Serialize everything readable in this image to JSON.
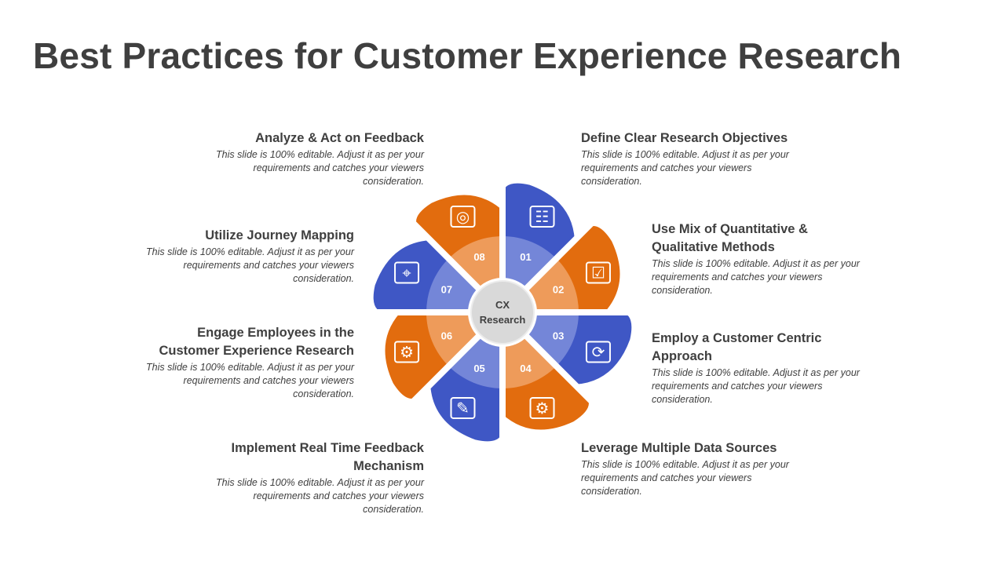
{
  "title": "Best Practices for Customer Experience Research",
  "colors": {
    "orange": "#E26C0E",
    "blue": "#3F57C5",
    "orange_band": "#EE9B5A",
    "blue_band": "#7486D8",
    "center_fill": "#D9D9D9",
    "text": "#3F3F3F"
  },
  "center": {
    "line1": "CX",
    "line2": "Research"
  },
  "items": [
    {
      "number": "01",
      "color": "blue",
      "icon": "target-checklist-icon",
      "heading_lines": [
        "Define Clear Research Objectives"
      ],
      "description_lines": [
        "This slide is 100% editable. Adjust it as per your",
        "requirements and catches your viewers",
        "consideration."
      ]
    },
    {
      "number": "02",
      "color": "orange",
      "icon": "survey-settings-icon",
      "heading_lines": [
        "Use Mix of Quantitative &",
        "Qualitative Methods"
      ],
      "description_lines": [
        "This slide is 100% editable. Adjust it as per your",
        "requirements and catches your viewers",
        "consideration."
      ]
    },
    {
      "number": "03",
      "color": "blue",
      "icon": "customer-cycle-icon",
      "heading_lines": [
        "Employ a Customer Centric",
        "Approach"
      ],
      "description_lines": [
        "This slide is 100% editable. Adjust it as per your",
        "requirements and catches your viewers",
        "consideration."
      ]
    },
    {
      "number": "04",
      "color": "orange",
      "icon": "data-gear-icon",
      "heading_lines": [
        "Leverage Multiple Data Sources"
      ],
      "description_lines": [
        "This slide is 100% editable. Adjust it as per your",
        "requirements and catches your viewers",
        "consideration."
      ]
    },
    {
      "number": "05",
      "color": "blue",
      "icon": "feedback-edit-icon",
      "heading_lines": [
        "Implement Real Time Feedback",
        "Mechanism"
      ],
      "description_lines": [
        "This slide is 100% editable. Adjust it as per your",
        "requirements and catches your viewers",
        "consideration."
      ]
    },
    {
      "number": "06",
      "color": "orange",
      "icon": "team-gear-icon",
      "heading_lines": [
        "Engage Employees in the",
        "Customer Experience Research"
      ],
      "description_lines": [
        "This slide is 100% editable. Adjust it as per your",
        "requirements and catches your viewers",
        "consideration."
      ]
    },
    {
      "number": "07",
      "color": "blue",
      "icon": "journey-map-icon",
      "heading_lines": [
        "Utilize Journey Mapping"
      ],
      "description_lines": [
        "This slide is 100% editable. Adjust it as per your",
        "requirements and catches your viewers",
        "consideration."
      ]
    },
    {
      "number": "08",
      "color": "orange",
      "icon": "analytics-target-icon",
      "heading_lines": [
        "Analyze & Act on Feedback"
      ],
      "description_lines": [
        "This slide is 100% editable. Adjust it as per your",
        "requirements and catches your viewers",
        "consideration."
      ]
    }
  ]
}
